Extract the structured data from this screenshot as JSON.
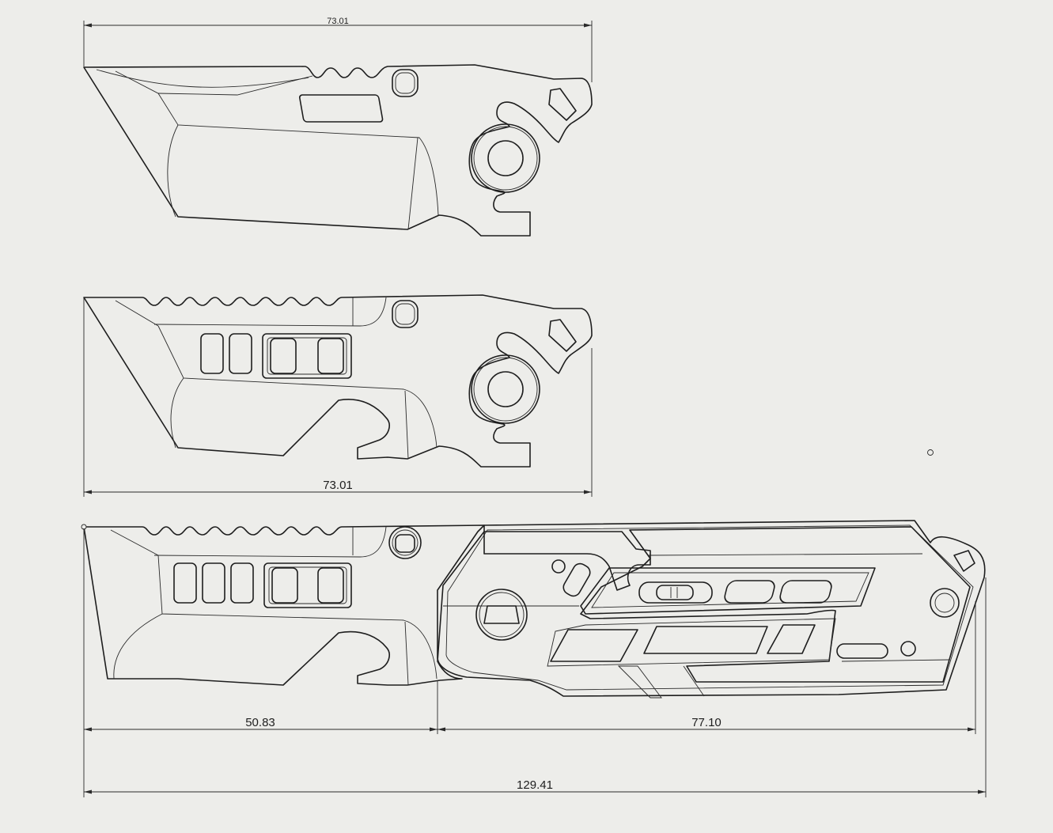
{
  "drawing": {
    "views": [
      {
        "id": "blade-1",
        "dimension_top": "73.01"
      },
      {
        "id": "blade-2",
        "dimension_bottom": "73.01"
      },
      {
        "id": "assembly",
        "dimension_blade": "50.83",
        "dimension_handle": "77.10",
        "dimension_overall": "129.41"
      }
    ],
    "colors": {
      "paper": "#ededea",
      "ink": "#1e1e1e"
    }
  }
}
